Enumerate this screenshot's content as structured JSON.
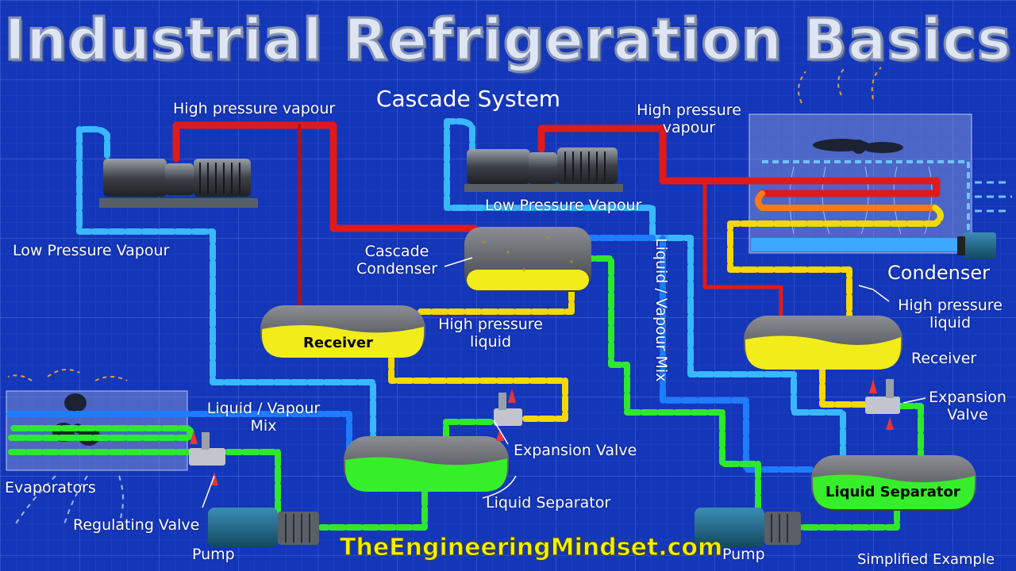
{
  "title": "Industrial Refrigeration Basics",
  "subtitle": "Cascade System",
  "labels": {
    "high_pressure_vapour_left": "High pressure vapour",
    "high_pressure_vapour_right": "High pressure\nvapour",
    "low_pressure_vapour_left": "Low Pressure Vapour",
    "low_pressure_vapour_right": "Low Pressure Vapour",
    "cascade_condenser": "Cascade\nCondenser",
    "liquid_vapour_mix_vertical": "Liquid / Vapour Mix",
    "liquid_vapour_mix_left": "Liquid / Vapour\nMix",
    "condenser": "Condenser",
    "high_pressure_liquid_right": "High pressure\nliquid",
    "high_pressure_liquid_center": "High pressure\nliquid",
    "receiver_left": "Receiver",
    "receiver_right": "Receiver",
    "expansion_valve_right": "Expansion\nValve",
    "expansion_valve_center": "Expansion Valve",
    "evaporators": "Evaporators",
    "regulating_valve": "Regulating Valve",
    "liquid_separator_center": "Liquid Separator",
    "liquid_separator_right": "Liquid Separator",
    "pump_left": "Pump",
    "pump_right": "Pump",
    "brand": "TheEngineeringMindset.com",
    "footer_note": "Simplified Example"
  },
  "colors": {
    "background": "#1436b8",
    "high_pressure_vapour": "#e01a1a",
    "low_pressure_vapour": "#33b7ff",
    "high_pressure_liquid": "#f5d800",
    "liquid_vapour_mix": "#1e7cff",
    "low_temp_liquid": "#2ee82e"
  },
  "icons": [
    "compressor-icon",
    "fan-icon",
    "pump-icon",
    "valve-icon",
    "tank-icon"
  ]
}
